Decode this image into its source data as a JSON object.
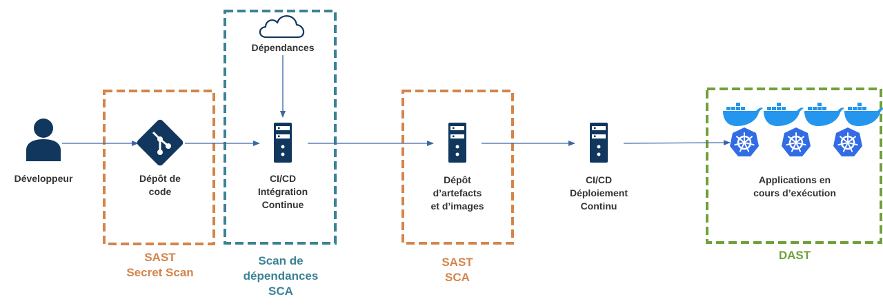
{
  "nodes": {
    "developer": {
      "label": "Développeur",
      "icon": "user-icon"
    },
    "code_repo": {
      "label_lines": [
        "Dépôt de",
        "code"
      ],
      "icon": "git-icon"
    },
    "ci": {
      "label_lines": [
        "CI/CD",
        "Intégration",
        "Continue"
      ],
      "icon": "server-icon"
    },
    "dependencies": {
      "label": "Dépendances",
      "icon": "cloud-icon"
    },
    "artifact_repo": {
      "label_lines": [
        "Dépôt",
        "d’artefacts",
        "et d’images"
      ],
      "icon": "server-icon"
    },
    "cd": {
      "label_lines": [
        "CI/CD",
        "Déploiement",
        "Continu"
      ],
      "icon": "server-icon"
    },
    "runtime": {
      "label_lines": [
        "Applications en",
        "cours d’exécution"
      ],
      "icons": [
        "docker-icon",
        "kubernetes-icon"
      ]
    }
  },
  "zones": {
    "sast_secret": {
      "lines": [
        "SAST",
        "Secret Scan"
      ],
      "color": "#D4844A"
    },
    "dep_scan": {
      "lines": [
        "Scan de",
        "dépendances",
        "SCA"
      ],
      "color": "#3A8294"
    },
    "sast_sca": {
      "lines": [
        "SAST",
        "SCA"
      ],
      "color": "#D4844A"
    },
    "dast": {
      "lines": [
        "DAST"
      ],
      "color": "#6FA13B"
    }
  },
  "colors": {
    "icon_dark": "#12375E",
    "arrow": "#3A67A6",
    "docker": "#2496ED",
    "kubernetes": "#326CE5"
  }
}
